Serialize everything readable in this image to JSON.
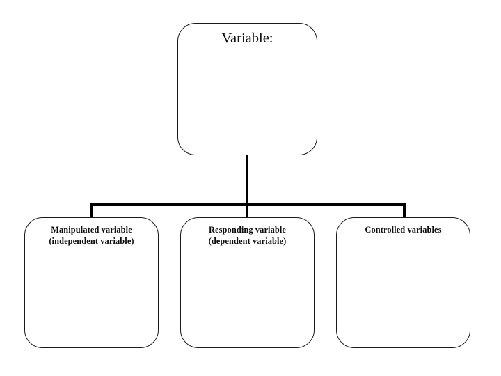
{
  "diagram": {
    "title": "Variable:",
    "background_color": "#ffffff",
    "line_color": "#000000",
    "border_color": "#1a1a1a",
    "text_color": "#0d0d0d",
    "root": {
      "label": "Variable:"
    },
    "children": [
      {
        "label": "Manipulated variable\n(independent variable)"
      },
      {
        "label": "Responding variable\n(dependent variable)"
      },
      {
        "label": "Controlled variables"
      }
    ]
  }
}
